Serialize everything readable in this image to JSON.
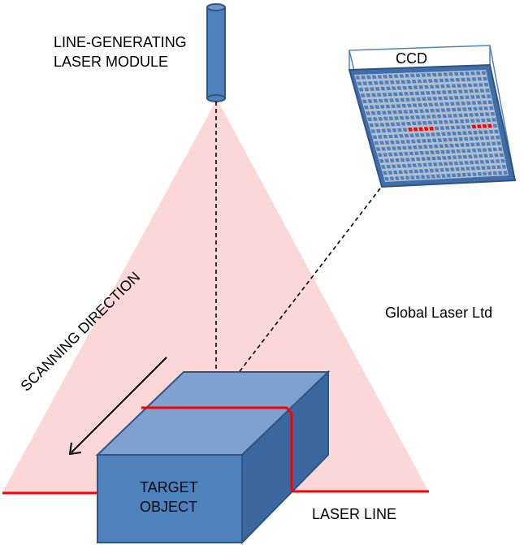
{
  "labels": {
    "laser_module_line1": "LINE-GENERATING",
    "laser_module_line2": "LASER MODULE",
    "ccd": "CCD",
    "company": "Global Laser Ltd",
    "scanning_direction": "SCANNING DIRECTION",
    "target_line1": "TARGET",
    "target_line2": "OBJECT",
    "laser_line": "LASER LINE"
  },
  "colors": {
    "beam": "#f9c6c6",
    "laser_red": "#ff0000",
    "object_blue": "#4f81bd",
    "object_top": "#7da0cf",
    "object_side": "#3a6499",
    "ccd_grid": "#a7b3c5"
  }
}
